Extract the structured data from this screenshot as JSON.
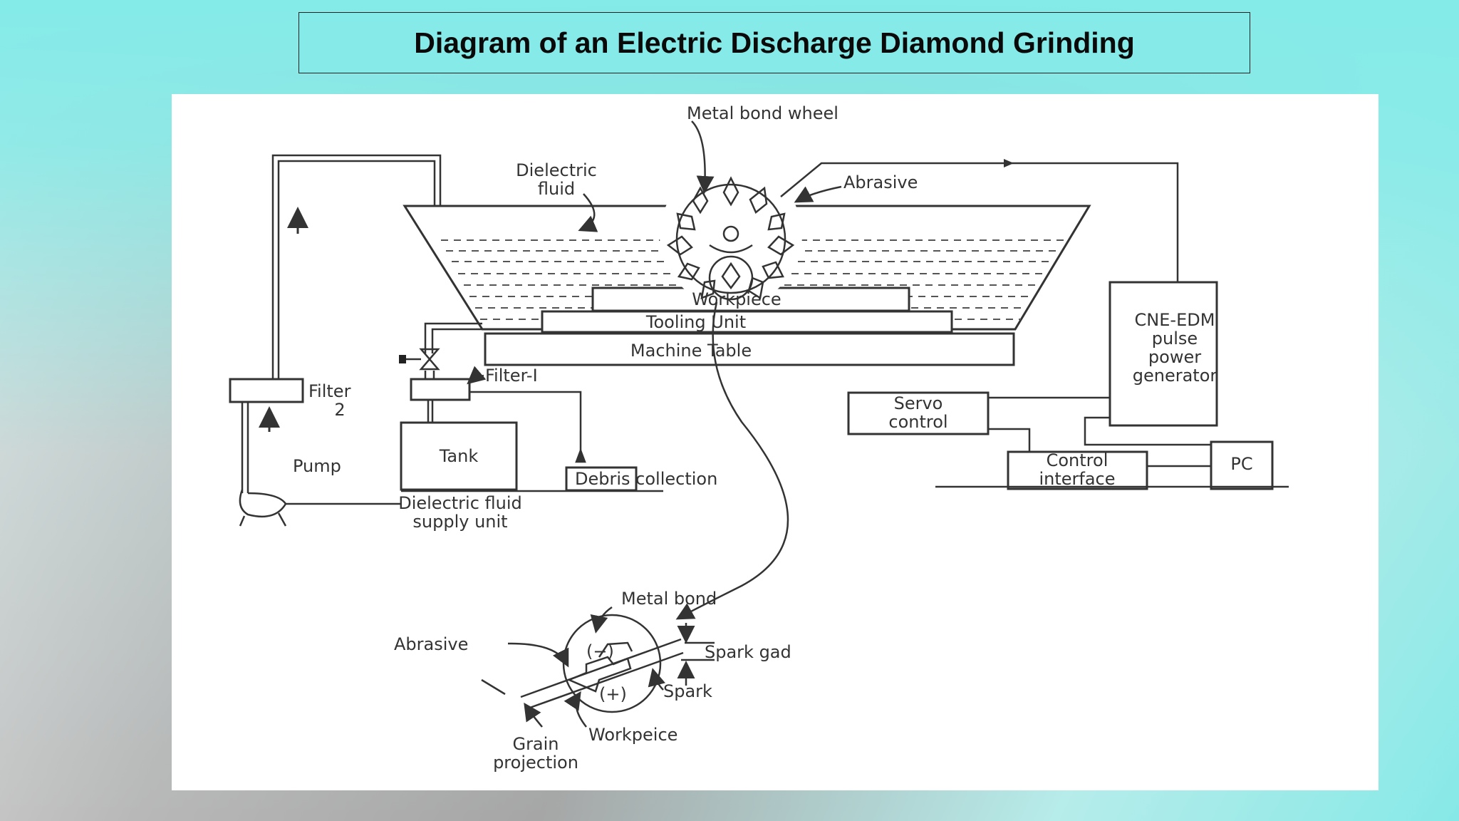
{
  "title": "Diagram of an Electric Discharge Diamond Grinding",
  "labels": {
    "metal_bond_wheel": "Metal bond wheel",
    "dielectric_fluid_l1": "Dielectric",
    "dielectric_fluid_l2": "fluid",
    "abrasive_top": "Abrasive",
    "workpiece": "Workpiece",
    "tooling_unit": "Tooling Unit",
    "machine_table": "Machine Table",
    "filter2_l1": "Filter",
    "filter2_l2": "2",
    "filter1": "Filter-I",
    "pump": "Pump",
    "tank": "Tank",
    "debris_collection": "Debris collection",
    "supply_unit_l1": "Dielectric fluid",
    "supply_unit_l2": "supply unit",
    "cne_l1": "CNE-EDM",
    "cne_l2": "pulse",
    "cne_l3": "power",
    "cne_l4": "generator",
    "servo_l1": "Servo",
    "servo_l2": "control",
    "control_l1": "Control",
    "control_l2": "interface",
    "pc": "PC",
    "metal_bond": "Metal bond",
    "abrasive_detail": "Abrasive",
    "spark_gad": "Spark gad",
    "spark": "Spark",
    "minus": "(−)",
    "plus": "(+)",
    "workpeice": "Workpeice",
    "grain_l1": "Grain",
    "grain_l2": "projection"
  }
}
